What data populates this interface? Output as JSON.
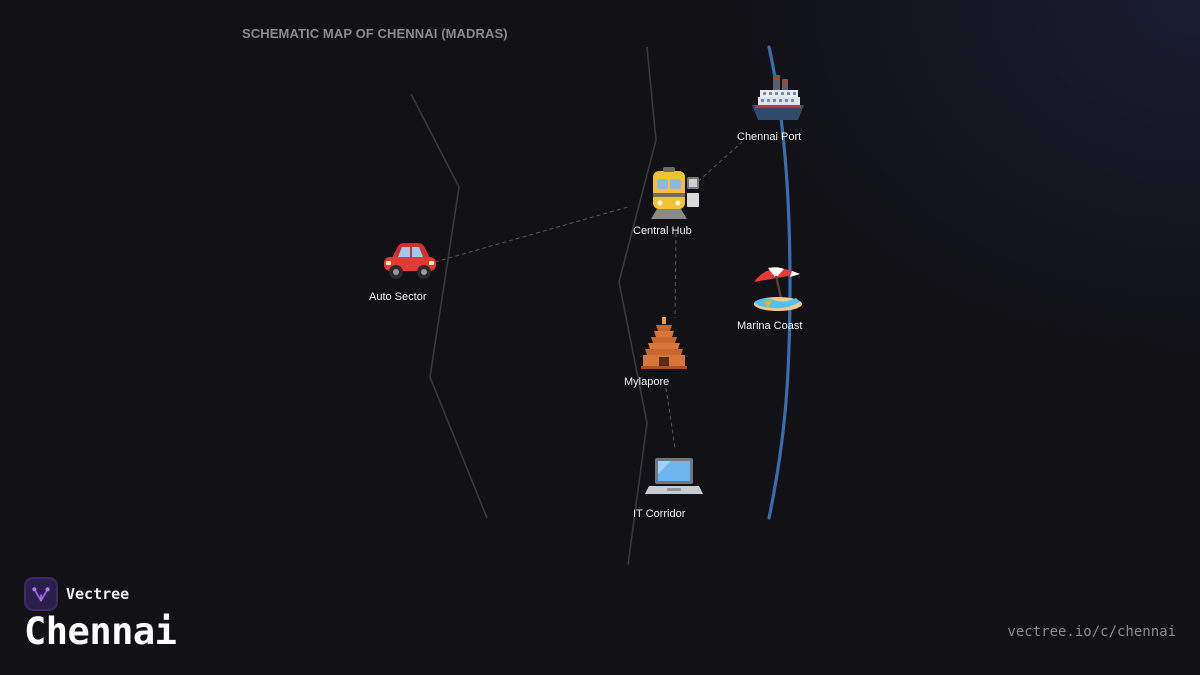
{
  "map": {
    "title": "SCHEMATIC MAP OF CHENNAI (MADRAS)",
    "colors": {
      "background": "#111116",
      "road": "#3a3a3e",
      "coastline": "#3b6cb0",
      "connector": "#5a5a5e",
      "label": "#f2f2f2",
      "title": "#8a8a8f"
    },
    "places": [
      {
        "id": "chennai-port",
        "label": "Chennai Port",
        "icon": "ship-icon"
      },
      {
        "id": "central-hub",
        "label": "Central Hub",
        "icon": "train-icon"
      },
      {
        "id": "auto-sector",
        "label": "Auto Sector",
        "icon": "car-icon"
      },
      {
        "id": "marina-coast",
        "label": "Marina Coast",
        "icon": "beach-umbrella-icon"
      },
      {
        "id": "mylapore",
        "label": "Mylapore",
        "icon": "temple-icon"
      },
      {
        "id": "it-corridor",
        "label": "IT Corridor",
        "icon": "laptop-icon"
      }
    ],
    "connections": [
      [
        "auto-sector",
        "central-hub"
      ],
      [
        "central-hub",
        "chennai-port"
      ],
      [
        "central-hub",
        "mylapore"
      ],
      [
        "mylapore",
        "it-corridor"
      ]
    ]
  },
  "brand": {
    "name": "Vectree",
    "logo_icon": "vectree-logo-icon",
    "accent": "#9b5de5"
  },
  "city": "Chennai",
  "url": "vectree.io/c/chennai"
}
